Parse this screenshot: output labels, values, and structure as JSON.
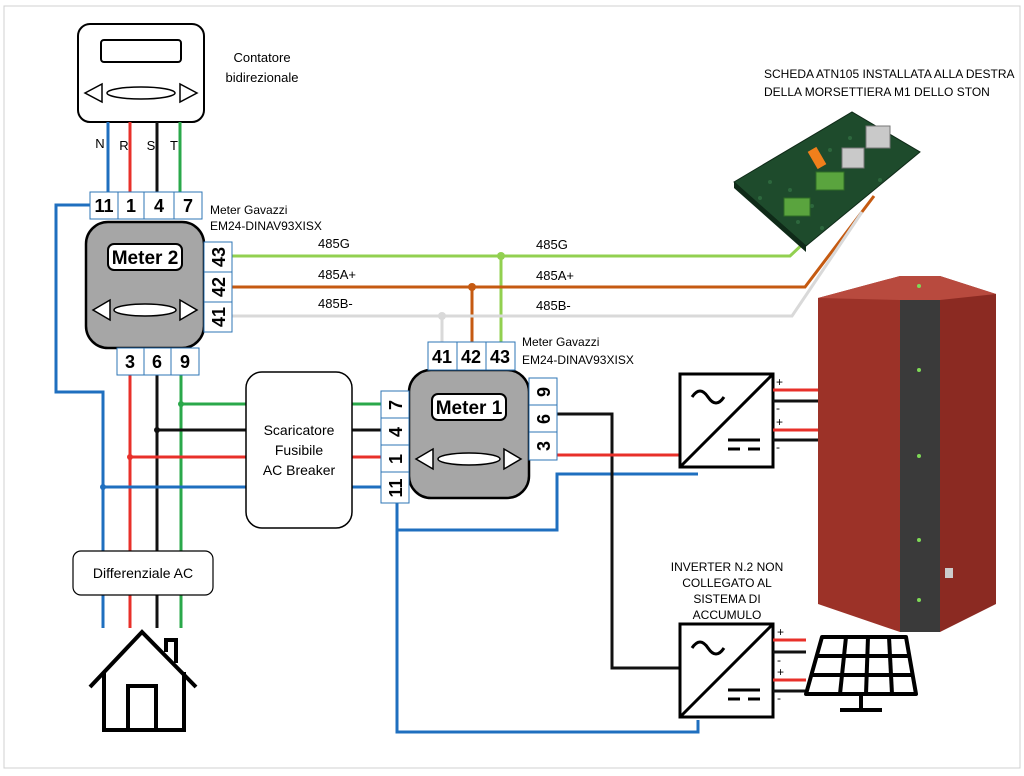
{
  "meter_main": {
    "label_line1": "Contatore",
    "label_line2": "bidirezionale"
  },
  "phase_labels": {
    "n": "N",
    "r": "R",
    "s": "S",
    "t": "T"
  },
  "meter2": {
    "title": "Meter 2",
    "model_line1": "Meter Gavazzi",
    "model_line2": "EM24-DINAV93XISX",
    "top_terminals": [
      "11",
      "1",
      "4",
      "7"
    ],
    "bottom_terminals": [
      "3",
      "6",
      "9"
    ],
    "side_terminals": [
      "43",
      "42",
      "41"
    ]
  },
  "meter1": {
    "title": "Meter 1",
    "model_line1": "Meter Gavazzi",
    "model_line2": "EM24-DINAV93XISX",
    "top_terminals": [
      "41",
      "42",
      "43"
    ],
    "left_terminals": [
      "7",
      "4",
      "1",
      "11"
    ],
    "right_terminals": [
      "9",
      "6",
      "3"
    ]
  },
  "bus_labels": {
    "g_left": "485G",
    "g_right": "485G",
    "a_left": "485A+",
    "a_right": "485A+",
    "b_left": "485B-",
    "b_right": "485B-"
  },
  "board": {
    "line1": "SCHEDA ATN105 INSTALLATA ALLA DESTRA",
    "line2": "DELLA MORSETTIERA M1 DELLO STON"
  },
  "protection": {
    "line1": "Scaricatore",
    "line2": "Fusibile",
    "line3": "AC Breaker"
  },
  "differential": {
    "label": "Differenziale AC"
  },
  "inverter2_note": {
    "line1": "INVERTER N.2 NON",
    "line2": "COLLEGATO AL",
    "line3": "SISTEMA DI",
    "line4": "ACCUMULO"
  },
  "polarity": {
    "plus": "+",
    "minus": "-"
  },
  "colors": {
    "neutral": "#1f6fbf",
    "phase_r": "#e8302a",
    "phase_s": "#111111",
    "phase_t": "#2aa84a",
    "bus_g": "#92d050",
    "bus_a": "#c55a11",
    "bus_b": "#d9d9d9",
    "meter_fill": "#a6a6a6",
    "battery": "#8b2a22"
  },
  "icons": [
    "house-icon",
    "solar-panel-icon",
    "battery-cabinet-icon",
    "inverter-icon",
    "circuit-board-icon"
  ]
}
